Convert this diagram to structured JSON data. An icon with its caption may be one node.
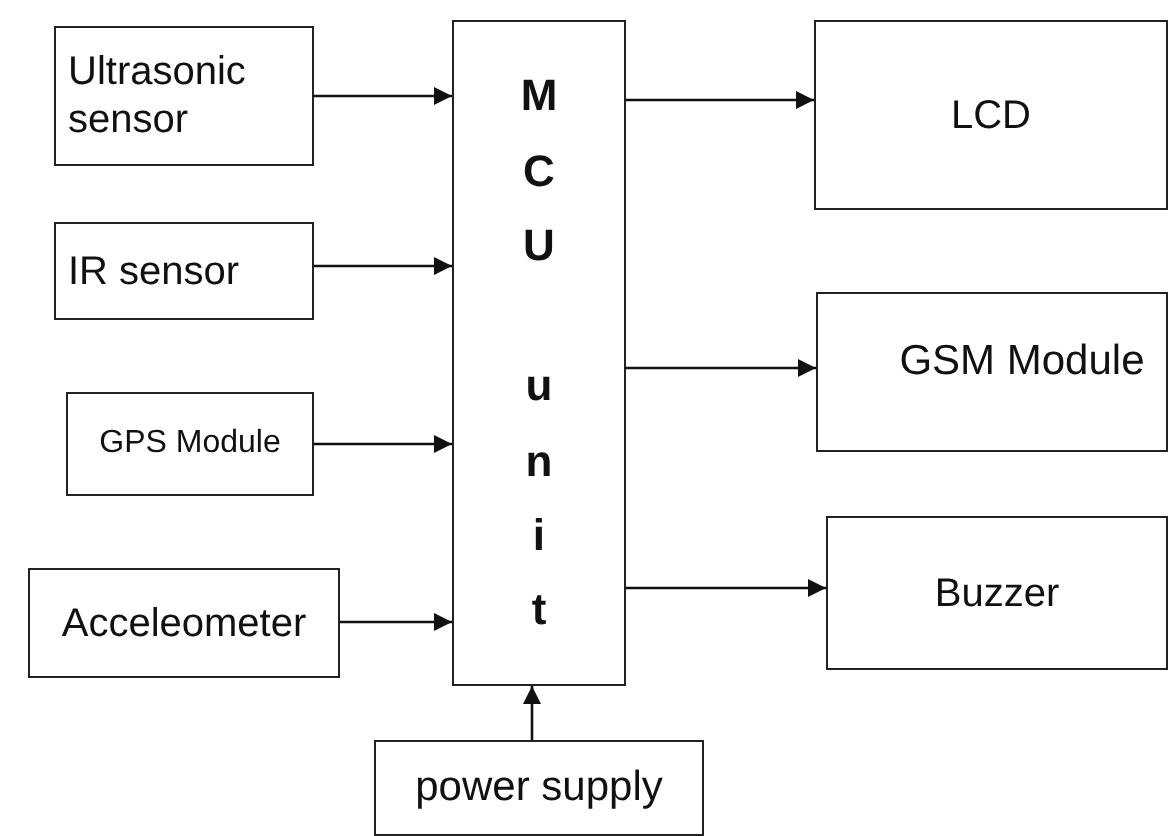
{
  "diagram": {
    "nodes": [
      {
        "text": [
          "Ultrasonic sensor"
        ]
      },
      {
        "text": [
          "IR sensor"
        ]
      },
      {
        "text": [
          "GPS Module"
        ]
      },
      {
        "text": [
          "Acceleometer"
        ]
      },
      {
        "text": [
          "MCU unit"
        ]
      },
      {
        "text": [
          "LCD"
        ]
      },
      {
        "text": [
          "GSM Module"
        ]
      },
      {
        "text": [
          "Buzzer"
        ]
      },
      {
        "text": [
          "power supply"
        ]
      }
    ],
    "edges": [
      {
        "from": 0,
        "to": 4,
        "arrow": "to"
      },
      {
        "from": 1,
        "to": 4,
        "arrow": "to"
      },
      {
        "from": 2,
        "to": 4,
        "arrow": "to"
      },
      {
        "from": 3,
        "to": 4,
        "arrow": "to"
      },
      {
        "from": 8,
        "to": 4,
        "arrow": "to"
      },
      {
        "from": 4,
        "to": 5,
        "arrow": "to"
      },
      {
        "from": 4,
        "to": 6,
        "arrow": "to"
      },
      {
        "from": 4,
        "to": 7,
        "arrow": "to"
      }
    ]
  }
}
